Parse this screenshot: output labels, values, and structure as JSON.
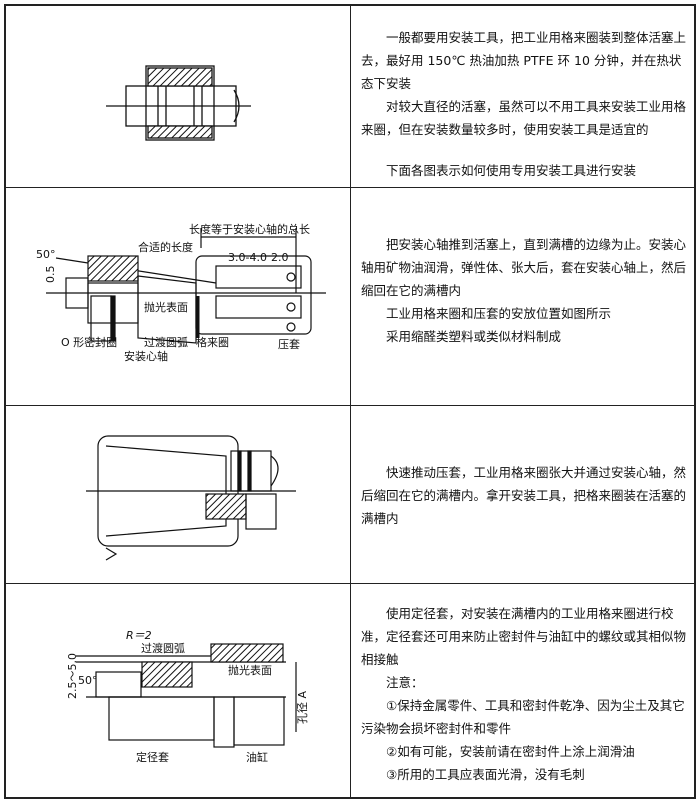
{
  "rows": [
    {
      "paragraphs": [
        "一般都要用安装工具，把工业用格来圈装到整体活塞上去，最好用 150℃ 热油加热 PTFE 环 10 分钟，并在热状态下安装",
        "对较大直径的活塞，虽然可以不用工具来安装工业用格来圈，但在安装数量较多时，使用安装工具是适宜的",
        "下面各图表示如何使用专用安装工具进行安装"
      ]
    },
    {
      "figure_labels": {
        "total_length": "长度等于安装心轴的总长",
        "suitable_length": "合适的长度",
        "angle": "50°",
        "offset": "0.5",
        "dim1": "3.0-4.0",
        "dim2": "2.0",
        "polished": "抛光表面",
        "o_ring": "O 形密封圈",
        "transition_arc": "过渡圆弧",
        "glyd_ring": "格来圈",
        "mandrel": "安装心轴",
        "press_sleeve": "压套"
      },
      "paragraphs": [
        "把安装心轴推到活塞上，直到满槽的边缘为止。安装心轴用矿物油润滑，弹性体、张大后，套在安装心轴上，然后缩回在它的满槽内",
        "工业用格来圈和压套的安放位置如图所示",
        "采用缩醛类塑料或类似材料制成"
      ]
    },
    {
      "paragraphs": [
        "快速推动压套，工业用格来圈张大并通过安装心轴，然后缩回在它的满槽内。拿开安装工具，把格来圈装在活塞的满槽内"
      ]
    },
    {
      "figure_labels": {
        "radius": "R＝2",
        "transition_arc": "过渡圆弧",
        "range": "2.5～5.0",
        "angle": "50°",
        "polished": "抛光表面",
        "bore": "孔径 A",
        "sizing_sleeve": "定径套",
        "cylinder": "油缸"
      },
      "paragraphs": [
        "使用定径套，对安装在满槽内的工业用格来圈进行校准，定径套还可用来防止密封件与油缸中的螺纹或其相似物相接触",
        "注意：",
        "①保持金属零件、工具和密封件乾净、因为尘土及其它污染物会损坏密封件和零件",
        "②如有可能，安装前请在密封件上涂上润滑油",
        "③所用的工具应表面光滑，没有毛刺"
      ]
    }
  ]
}
